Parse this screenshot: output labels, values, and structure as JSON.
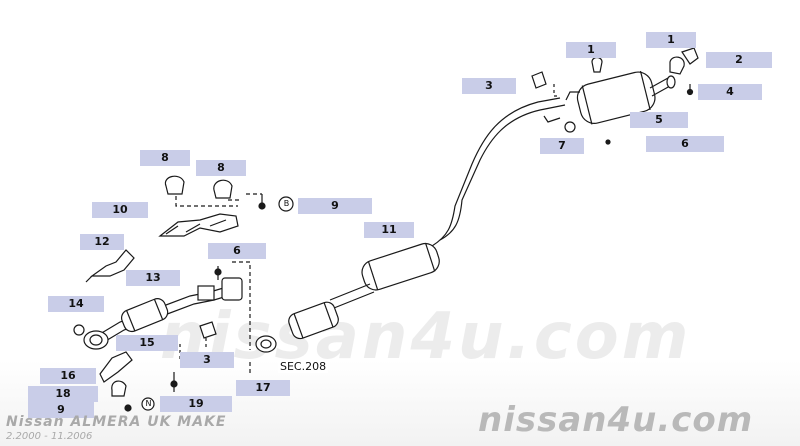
{
  "labels": {
    "p1a": "1",
    "p1b": "1",
    "p2": "2",
    "p3a": "3",
    "p4": "4",
    "p5": "5",
    "p6a": "6",
    "p7": "7",
    "p8a": "8",
    "p8b": "8",
    "p9a": "9",
    "p10": "10",
    "p11": "11",
    "p12": "12",
    "p6b": "6",
    "p13": "13",
    "p14": "14",
    "p15": "15",
    "p3b": "3",
    "p16": "16",
    "p17": "17",
    "p18": "18",
    "p9b": "9",
    "p19": "19"
  },
  "circle_b": "B",
  "circle_n": "N",
  "section_ref": "SEC.208",
  "watermark_center": "nissan4u.com",
  "watermark": "nissan4u.com",
  "model": "Nissan ALMERA UK MAKE",
  "dates": "2.2000 - 11.2006",
  "colors": {
    "label_bg": "#c9cde8",
    "line": "#1a1a1a",
    "watermark": "#b9b9b9"
  }
}
